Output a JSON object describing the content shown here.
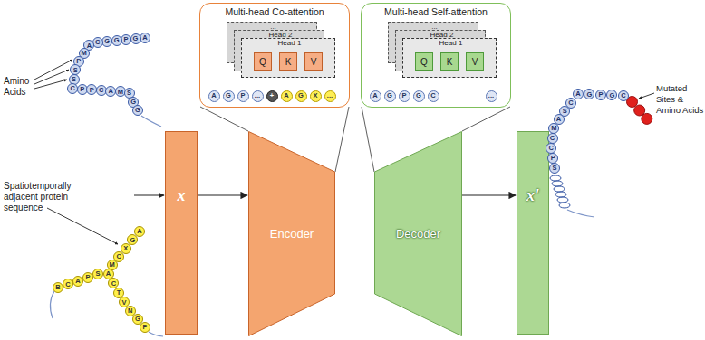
{
  "diagram": {
    "nodes": [
      {
        "text": [
          "x"
        ]
      },
      {
        "text": [
          "Multi-head Co-attention"
        ]
      },
      {
        "text": [
          "..."
        ],
        "in": 1
      },
      {
        "text": [
          "Head 2"
        ],
        "in": 1
      },
      {
        "text": [
          "Head 1"
        ],
        "in": 1
      },
      {
        "text": [
          "Q"
        ],
        "in": 4
      },
      {
        "text": [
          "K"
        ],
        "in": 4
      },
      {
        "text": [
          "V"
        ],
        "in": 4
      },
      {
        "text": [
          "A"
        ],
        "in": 1
      },
      {
        "text": [
          "G"
        ],
        "in": 1
      },
      {
        "text": [
          "P"
        ],
        "in": 1
      },
      {
        "text": [
          "..."
        ],
        "in": 1
      },
      {
        "text": [
          "+"
        ],
        "in": 1
      },
      {
        "text": [
          "A"
        ],
        "in": 1
      },
      {
        "text": [
          "G"
        ],
        "in": 1
      },
      {
        "text": [
          "X"
        ],
        "in": 1
      },
      {
        "text": [
          "..."
        ],
        "in": 1
      },
      {
        "text": [
          "Encoder"
        ]
      },
      {
        "text": [
          "Multi-head Self-attention"
        ]
      },
      {
        "text": [
          "..."
        ],
        "in": 18
      },
      {
        "text": [
          "Head 2"
        ],
        "in": 18
      },
      {
        "text": [
          "Head 1"
        ],
        "in": 18
      },
      {
        "text": [
          "Q"
        ],
        "in": 21
      },
      {
        "text": [
          "K"
        ],
        "in": 21
      },
      {
        "text": [
          "V"
        ],
        "in": 21
      },
      {
        "text": [
          "A"
        ],
        "in": 18
      },
      {
        "text": [
          "G"
        ],
        "in": 18
      },
      {
        "text": [
          "P"
        ],
        "in": 18
      },
      {
        "text": [
          "G"
        ],
        "in": 18
      },
      {
        "text": [
          "C"
        ],
        "in": 18
      },
      {
        "text": [
          "..."
        ],
        "in": 18
      },
      {
        "text": [
          "Decoder"
        ]
      },
      {
        "text": [
          "x'"
        ]
      },
      {
        "text": [
          "A"
        ]
      },
      {
        "text": [
          "G"
        ]
      },
      {
        "text": [
          "P"
        ]
      },
      {
        "text": [
          "G"
        ]
      },
      {
        "text": [
          "G"
        ]
      },
      {
        "text": [
          "C"
        ]
      },
      {
        "text": [
          "A"
        ]
      },
      {
        "text": [
          "M"
        ]
      },
      {
        "text": [
          "P"
        ]
      },
      {
        "text": [
          "S"
        ]
      },
      {
        "text": [
          "S"
        ]
      },
      {
        "text": [
          "C"
        ]
      },
      {
        "text": [
          "P"
        ]
      },
      {
        "text": [
          "P"
        ]
      },
      {
        "text": [
          "C"
        ]
      },
      {
        "text": [
          "A"
        ]
      },
      {
        "text": [
          "M"
        ]
      },
      {
        "text": [
          "S"
        ]
      },
      {
        "text": [
          "G"
        ]
      },
      {
        "text": [
          "G"
        ]
      },
      {
        "text": [
          "A"
        ]
      },
      {
        "text": [
          "G"
        ]
      },
      {
        "text": [
          "X"
        ]
      },
      {
        "text": [
          "C"
        ]
      },
      {
        "text": [
          "M"
        ]
      },
      {
        "text": [
          "A"
        ]
      },
      {
        "text": [
          "C"
        ]
      },
      {
        "text": [
          "T"
        ]
      },
      {
        "text": [
          "V"
        ]
      },
      {
        "text": [
          "N"
        ]
      },
      {
        "text": [
          "G"
        ]
      },
      {
        "text": [
          "P"
        ]
      },
      {
        "text": [
          "B"
        ]
      },
      {
        "text": [
          "C"
        ]
      },
      {
        "text": [
          "A"
        ]
      },
      {
        "text": [
          "P"
        ]
      },
      {
        "text": [
          "S"
        ]
      },
      {
        "text": [
          "A"
        ]
      },
      {
        "text": [
          "G"
        ]
      },
      {
        "text": [
          "P"
        ]
      },
      {
        "text": [
          "G"
        ]
      },
      {
        "text": [
          "C"
        ]
      },
      {
        "text": [
          "C"
        ]
      },
      {
        "text": [
          "S"
        ]
      },
      {
        "text": [
          "A"
        ]
      },
      {
        "text": [
          "M"
        ]
      },
      {
        "text": [
          "C"
        ]
      },
      {
        "text": [
          "C"
        ]
      },
      {
        "text": [
          "P"
        ]
      },
      {
        "text": [
          "S"
        ]
      }
    ],
    "edges": [
      {
        "from": 0,
        "to": 17,
        "arrow": "to"
      },
      {
        "from": 31,
        "to": 32,
        "arrow": "to"
      }
    ],
    "labels": [
      "Amino Acids",
      "Spatiotemporally adjacent protein sequence",
      "Mutated Sites & Amino Acids"
    ]
  }
}
